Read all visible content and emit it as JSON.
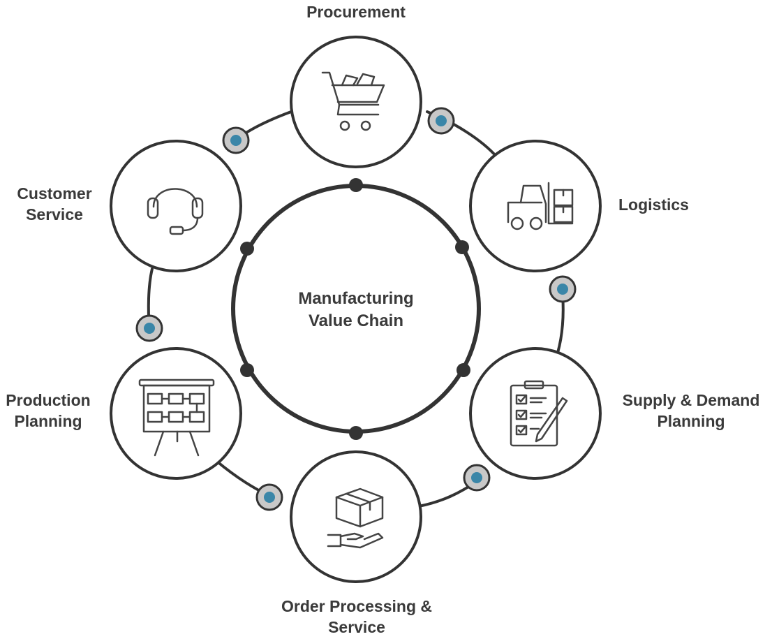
{
  "center": {
    "line1": "Manufacturing",
    "line2": "Value Chain"
  },
  "nodes": [
    {
      "id": "procurement",
      "lines": [
        "Procurement"
      ],
      "icon": "shopping-cart-icon"
    },
    {
      "id": "logistics",
      "lines": [
        "Logistics"
      ],
      "icon": "forklift-icon"
    },
    {
      "id": "supply-demand",
      "lines": [
        "Supply & Demand",
        "Planning"
      ],
      "icon": "clipboard-checklist-icon"
    },
    {
      "id": "order-processing",
      "lines": [
        "Order Processing &",
        "Service"
      ],
      "icon": "package-hand-icon"
    },
    {
      "id": "production-planning",
      "lines": [
        "Production",
        "Planning"
      ],
      "icon": "flowchart-board-icon"
    },
    {
      "id": "customer-service",
      "lines": [
        "Customer",
        "Service"
      ],
      "icon": "headset-icon"
    }
  ],
  "colors": {
    "stroke": "#333333",
    "connector_fill": "#c8c8c8",
    "connector_dot": "#3a86a8",
    "text": "#3a3a3a"
  }
}
